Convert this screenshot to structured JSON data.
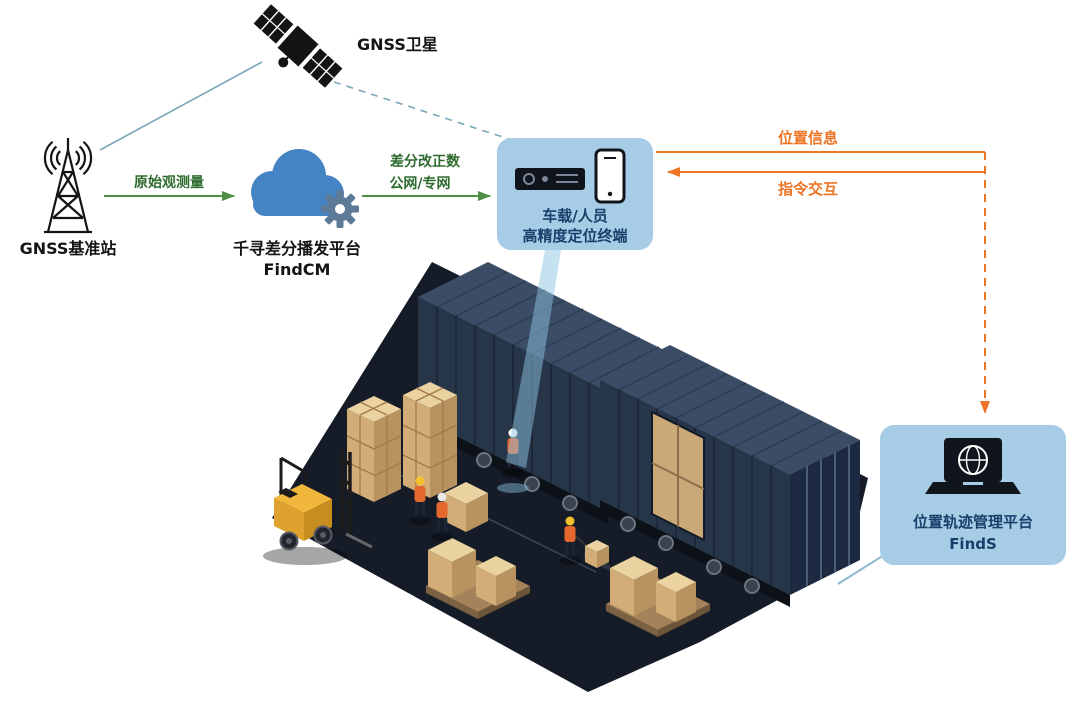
{
  "satellite": {
    "label": "GNSS卫星"
  },
  "base_station": {
    "label": "GNSS基准站"
  },
  "cloud": {
    "line1": "千寻差分播发平台",
    "line2": "FindCM"
  },
  "link_raw": {
    "label": "原始观测量"
  },
  "link_corr": {
    "line1": "差分改正数",
    "line2": "公网/专网"
  },
  "terminal": {
    "line1": "车载/人员",
    "line2": "高精度定位终端"
  },
  "flows": {
    "position_label": "位置信息",
    "command_label": "指令交互"
  },
  "platform": {
    "line1": "位置轨迹管理平台",
    "line2": "FindS"
  },
  "icons": {
    "satellite": "satellite-icon",
    "base_station": "radio-tower-icon",
    "cloud": "cloud-gear-icon",
    "terminal_device": "telematics-device-icon",
    "terminal_phone": "smartphone-icon",
    "platform": "laptop-globe-icon"
  },
  "colors": {
    "teal_line": "#7aa7b8",
    "arrow_green": "#4e8d44",
    "label_green": "#2e6b2e",
    "orange": "#ee7425",
    "card_bg": "#a7cde6",
    "card_text": "#17406b",
    "cloud_blue": "#4584c4",
    "gear_slate": "#5d7a96",
    "black": "#141414",
    "floor": "#151b27",
    "container_side": "#273549",
    "container_top": "#3a4c66",
    "container_end": "#1d2940",
    "box_tan": "#d3ad78",
    "forklift_yellow": "#e8b33c"
  },
  "scene": {
    "elements": [
      "shipping-container",
      "shipping-container",
      "box-pallet-stacks",
      "forklift",
      "workers",
      "pallet-jack",
      "storage-zone-outline"
    ]
  }
}
